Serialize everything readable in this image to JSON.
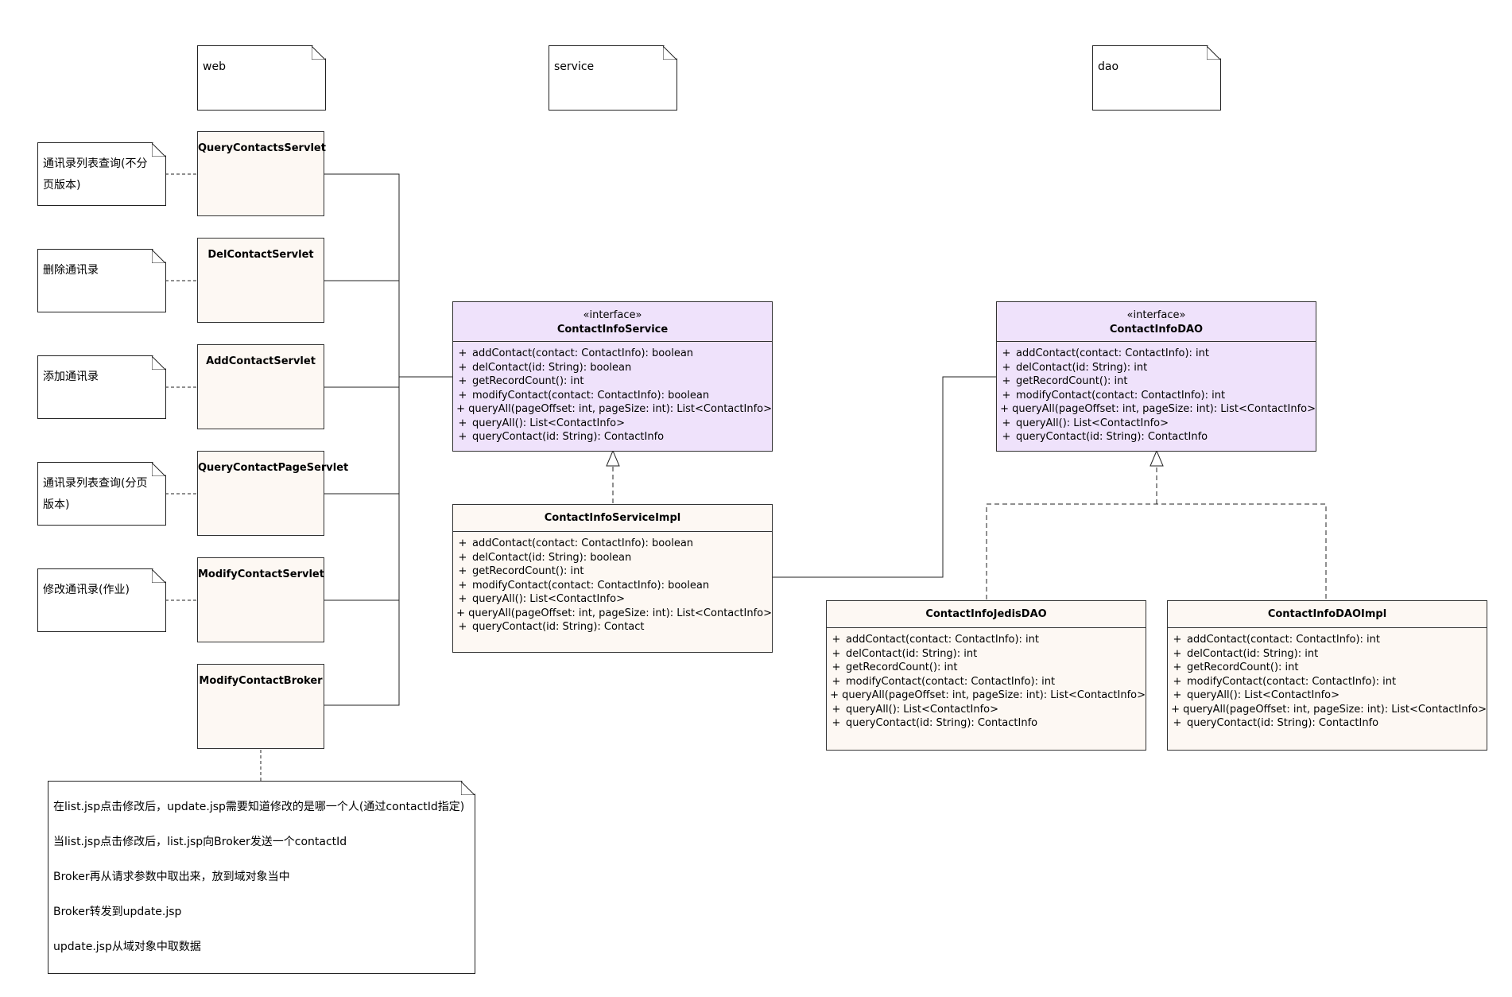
{
  "packages": {
    "web": "web",
    "service": "service",
    "dao": "dao"
  },
  "servlets": [
    {
      "name": "QueryContactsServlet",
      "note": "通讯录列表查询(不分\n页版本)"
    },
    {
      "name": "DelContactServlet",
      "note": "删除通讯录"
    },
    {
      "name": "AddContactServlet",
      "note": "添加通讯录"
    },
    {
      "name": "QueryContactPageServlet",
      "note": "通讯录列表查询(分页\n版本)"
    },
    {
      "name": "ModifyContactServlet",
      "note": "修改通讯录(作业)"
    },
    {
      "name": "ModifyContactBroker",
      "note": ""
    }
  ],
  "service_interface": {
    "stereotype": "«interface»",
    "name": "ContactInfoService",
    "ops": [
      {
        "vis": "+",
        "sig": "addContact(contact: ContactInfo): boolean"
      },
      {
        "vis": "+",
        "sig": "delContact(id: String): boolean"
      },
      {
        "vis": "+",
        "sig": "getRecordCount(): int"
      },
      {
        "vis": "+",
        "sig": "modifyContact(contact: ContactInfo): boolean"
      },
      {
        "vis": "+",
        "sig": "queryAll(pageOffset: int, pageSize: int): List<ContactInfo>"
      },
      {
        "vis": "+",
        "sig": "queryAll(): List<ContactInfo>"
      },
      {
        "vis": "+",
        "sig": "queryContact(id: String): ContactInfo"
      }
    ]
  },
  "service_impl": {
    "name": "ContactInfoServiceImpl",
    "ops": [
      {
        "vis": "+",
        "sig": "addContact(contact: ContactInfo): boolean"
      },
      {
        "vis": "+",
        "sig": "delContact(id: String): boolean"
      },
      {
        "vis": "+",
        "sig": "getRecordCount(): int"
      },
      {
        "vis": "+",
        "sig": "modifyContact(contact: ContactInfo): boolean"
      },
      {
        "vis": "+",
        "sig": "queryAll(): List<ContactInfo>"
      },
      {
        "vis": "+",
        "sig": "queryAll(pageOffset: int, pageSize: int): List<ContactInfo>"
      },
      {
        "vis": "+",
        "sig": "queryContact(id: String): Contact"
      }
    ]
  },
  "dao_interface": {
    "stereotype": "«interface»",
    "name": "ContactInfoDAO",
    "ops": [
      {
        "vis": "+",
        "sig": "addContact(contact: ContactInfo): int"
      },
      {
        "vis": "+",
        "sig": "delContact(id: String): int"
      },
      {
        "vis": "+",
        "sig": "getRecordCount(): int"
      },
      {
        "vis": "+",
        "sig": "modifyContact(contact: ContactInfo): int"
      },
      {
        "vis": "+",
        "sig": "queryAll(pageOffset: int, pageSize: int): List<ContactInfo>"
      },
      {
        "vis": "+",
        "sig": "queryAll(): List<ContactInfo>"
      },
      {
        "vis": "+",
        "sig": "queryContact(id: String): ContactInfo"
      }
    ]
  },
  "jedis_dao": {
    "name": "ContactInfoJedisDAO",
    "ops": [
      {
        "vis": "+",
        "sig": "addContact(contact: ContactInfo): int"
      },
      {
        "vis": "+",
        "sig": "delContact(id: String): int"
      },
      {
        "vis": "+",
        "sig": "getRecordCount(): int"
      },
      {
        "vis": "+",
        "sig": "modifyContact(contact: ContactInfo): int"
      },
      {
        "vis": "+",
        "sig": "queryAll(pageOffset: int, pageSize: int): List<ContactInfo>"
      },
      {
        "vis": "+",
        "sig": "queryAll(): List<ContactInfo>"
      },
      {
        "vis": "+",
        "sig": "queryContact(id: String): ContactInfo"
      }
    ]
  },
  "dao_impl": {
    "name": "ContactInfoDAOImpl",
    "ops": [
      {
        "vis": "+",
        "sig": "addContact(contact: ContactInfo): int"
      },
      {
        "vis": "+",
        "sig": "delContact(id: String): int"
      },
      {
        "vis": "+",
        "sig": "getRecordCount(): int"
      },
      {
        "vis": "+",
        "sig": "modifyContact(contact: ContactInfo): int"
      },
      {
        "vis": "+",
        "sig": "queryAll(): List<ContactInfo>"
      },
      {
        "vis": "+",
        "sig": "queryAll(pageOffset: int, pageSize: int): List<ContactInfo>"
      },
      {
        "vis": "+",
        "sig": "queryContact(id: String): ContactInfo"
      }
    ]
  },
  "broker_note": [
    "在list.jsp点击修改后，update.jsp需要知道修改的是哪一个人(通过contactId指定)",
    "当list.jsp点击修改后，list.jsp向Broker发送一个contactId",
    "Broker再从请求参数中取出来，放到域对象当中",
    "Broker转发到update.jsp",
    "update.jsp从域对象中取数据"
  ]
}
